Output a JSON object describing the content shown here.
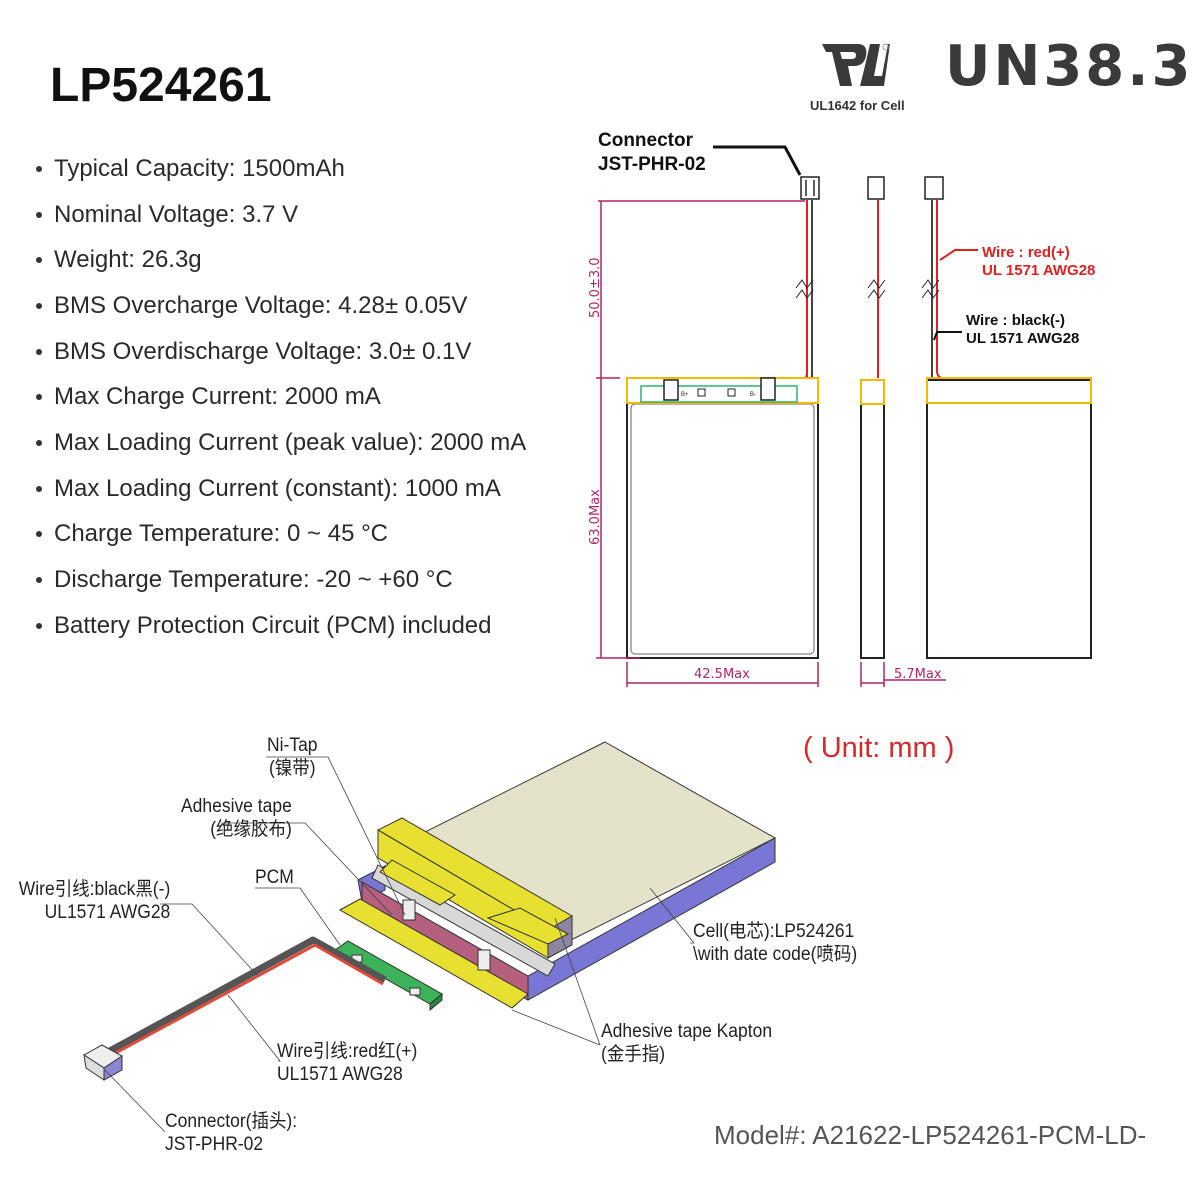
{
  "title": "LP524261",
  "specs": [
    "Typical Capacity: 1500mAh",
    "Nominal Voltage: 3.7 V",
    "Weight: 26.3g",
    "BMS Overcharge Voltage: 4.28± 0.05V",
    "BMS Overdischarge Voltage: 3.0± 0.1V",
    "Max Charge Current: 2000 mA",
    "Max Loading Current (peak value): 2000 mA",
    "Max Loading Current (constant): 1000 mA",
    "Charge Temperature: 0 ~ 45 °C",
    "Discharge Temperature: -20 ~ +60 °C",
    "Battery Protection Circuit (PCM) included"
  ],
  "certifications": {
    "ul_logo": "UL",
    "ul_caption": "UL1642 for Cell",
    "un": "UN38.3"
  },
  "drawing": {
    "connector_line1": "Connector",
    "connector_line2": "JST-PHR-02",
    "wire_red_line1": "Wire : red(+)",
    "wire_red_line2": "UL 1571 AWG28",
    "wire_black_line1": "Wire : black(-)",
    "wire_black_line2": "UL 1571 AWG28",
    "dim_wire": "50.0±3.0",
    "dim_height": "63.0Max",
    "dim_width": "42.5Max",
    "dim_thickness": "5.7Max",
    "pcb_b_plus": "B+",
    "pcb_b_minus": "B-",
    "colors": {
      "dimension": "#b0246a",
      "red_wire": "#e02020",
      "tape": "#f5c400",
      "pcb": "#2db36b"
    }
  },
  "iso": {
    "ni_tap_1": "Ni-Tap",
    "ni_tap_2": "(镍带)",
    "adhesive_1": "Adhesive tape",
    "adhesive_2": "(绝缘胶布)",
    "pcm": "PCM",
    "wire_black_1": "Wire引线:black黑(-)",
    "wire_black_2": "UL1571 AWG28",
    "cell_1": "Cell(电芯):LP524261",
    "cell_2": "\\with date code(喷码)",
    "kapton_1": "Adhesive tape Kapton",
    "kapton_2": "(金手指)",
    "wire_red_1": "Wire引线:red红(+)",
    "wire_red_2": "UL1571 AWG28",
    "connector_1": "Connector(插头):",
    "connector_2": "JST-PHR-02",
    "colors": {
      "cell_top": "#e4e2c8",
      "cell_side": "#7a76d6",
      "tape": "#e8e030",
      "pink": "#b5607e",
      "pcb": "#3cb35a"
    }
  },
  "unit": "( Unit: mm )",
  "model": "Model#: A21622-LP524261-PCM-LD-"
}
